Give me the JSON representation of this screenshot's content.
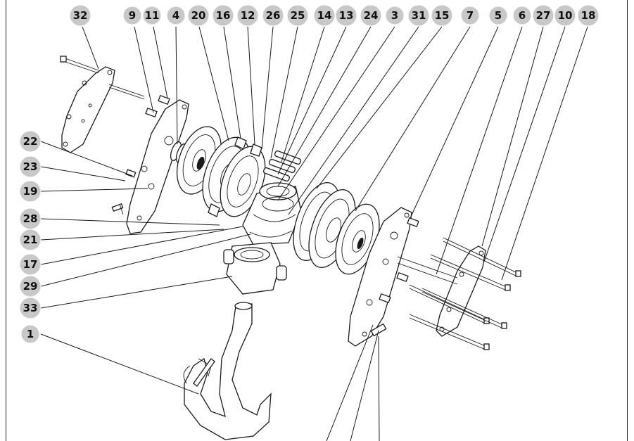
{
  "diagram": {
    "callouts_top": [
      "32",
      "9",
      "11",
      "4",
      "20",
      "16",
      "12",
      "26",
      "25",
      "14",
      "13",
      "24",
      "3",
      "31",
      "15",
      "7",
      "5",
      "6",
      "27",
      "10",
      "18"
    ],
    "callouts_left": [
      "22",
      "23",
      "19",
      "28",
      "21",
      "17",
      "29",
      "33",
      "1"
    ]
  }
}
